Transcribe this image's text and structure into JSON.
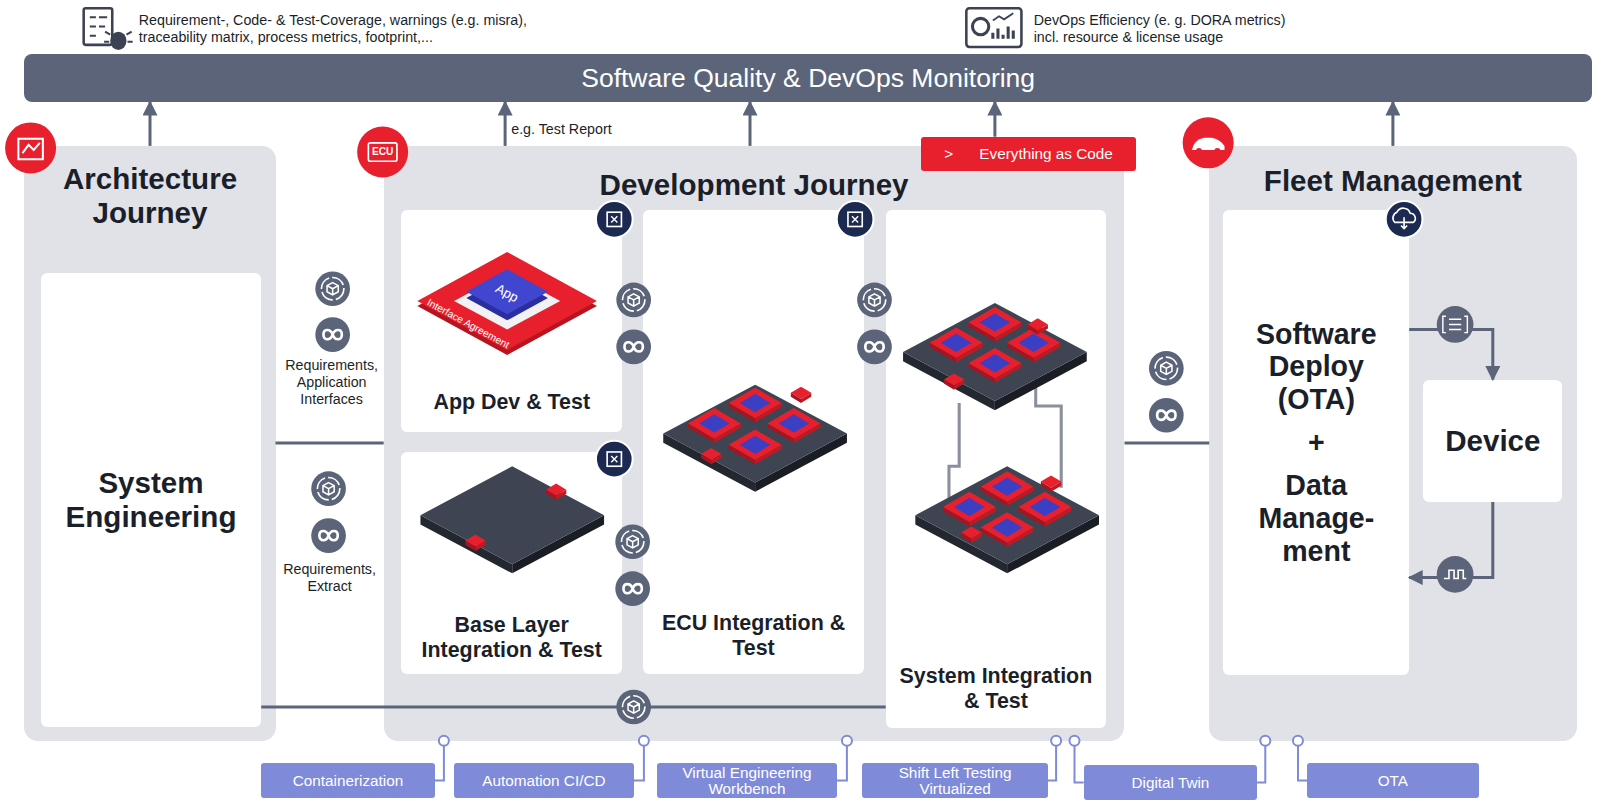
{
  "diagram": {
    "nodes": [
      {
        "text": [
          "Software Quality & DevOps Monitoring"
        ]
      },
      {
        "text": [
          "Architecture Journey"
        ]
      },
      {
        "text": [
          "System Engineering"
        ],
        "in": 1
      },
      {
        "text": [
          "Development Journey"
        ]
      },
      {
        "text": [
          "App Dev & Test"
        ],
        "in": 3
      },
      {
        "text": [
          "Base Layer Integration & Test"
        ],
        "in": 3
      },
      {
        "text": [
          "ECU Integration & Test"
        ],
        "in": 3
      },
      {
        "text": [
          "System Integration & Test"
        ],
        "in": 3
      },
      {
        "text": [
          "Fleet Management"
        ]
      },
      {
        "text": [
          "Software Deploy (OTA)",
          "+",
          "Data Manage- ment"
        ],
        "in": 8
      },
      {
        "text": [
          "Device"
        ],
        "in": 8
      },
      {
        "text": [
          ">",
          "Everything as Code"
        ]
      },
      {
        "text": [
          "Containerization"
        ]
      },
      {
        "text": [
          "Automation CI/CD"
        ]
      },
      {
        "text": [
          "Virtual Engineering Workbench"
        ]
      },
      {
        "text": [
          "Shift Left Testing Virtualized"
        ]
      },
      {
        "text": [
          "Digital Twin"
        ]
      },
      {
        "text": [
          "OTA"
        ]
      }
    ],
    "edges": [
      {
        "from": 1,
        "to": 0,
        "arrow": "to"
      },
      {
        "from": 3,
        "to": 0,
        "arrow": "to",
        "label": "e.g. Test Report"
      },
      {
        "from": 3,
        "to": 0,
        "arrow": "to"
      },
      {
        "from": 11,
        "to": 0,
        "arrow": "to"
      },
      {
        "from": 8,
        "to": 0,
        "arrow": "to"
      },
      {
        "from": 1,
        "to": 3,
        "arrow": "none",
        "label": "Requirements, Application Interfaces"
      },
      {
        "from": 2,
        "to": 7,
        "arrow": "none"
      },
      {
        "from": 3,
        "to": 8,
        "arrow": "none"
      },
      {
        "from": 9,
        "to": 10,
        "arrow": "to"
      },
      {
        "from": 10,
        "to": 9,
        "arrow": "to"
      },
      {
        "from": 12,
        "to": 3,
        "arrow": "none"
      },
      {
        "from": 13,
        "to": 3,
        "arrow": "none"
      },
      {
        "from": 14,
        "to": 3,
        "arrow": "none"
      },
      {
        "from": 15,
        "to": 3,
        "arrow": "none"
      },
      {
        "from": 16,
        "to": 3,
        "arrow": "none"
      },
      {
        "from": 16,
        "to": 8,
        "arrow": "none"
      },
      {
        "from": 17,
        "to": 8,
        "arrow": "none"
      }
    ],
    "labels": [
      "Requirement-, Code- & Test-Coverage, warnings (e.g. misra), traceability matrix, process metrics, footprint,...",
      "DevOps Efficiency (e. g. DORA metrics) incl. resource & license usage",
      "App",
      "Interface Agreement",
      "Requirements, Extract",
      "ECU"
    ]
  }
}
